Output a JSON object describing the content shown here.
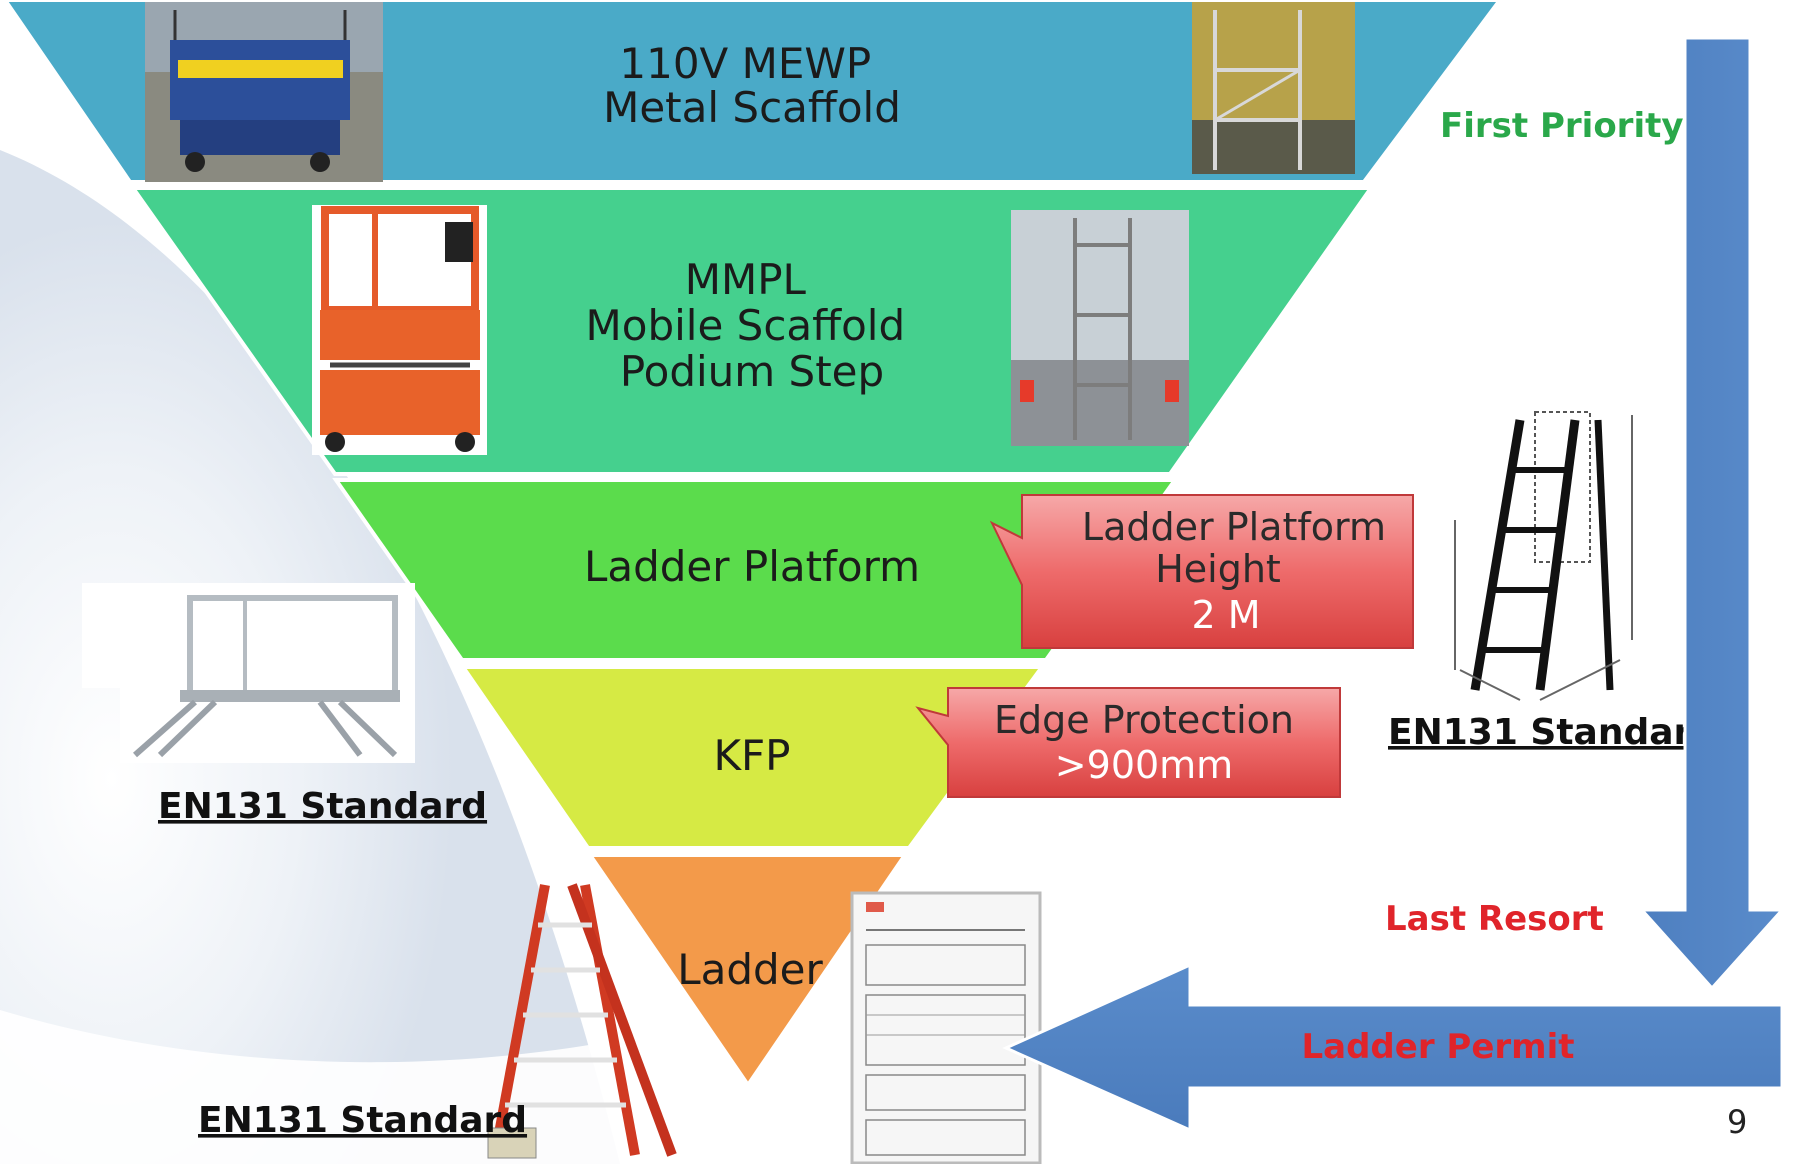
{
  "tiers": [
    {
      "lines": [
        "110V MEWP",
        "Metal Scaffold"
      ],
      "color": "#4aaac8"
    },
    {
      "lines": [
        "MMPL",
        "Mobile Scaffold",
        "Podium Step"
      ],
      "color": "#45d08e"
    },
    {
      "lines": [
        "Ladder Platform"
      ],
      "color": "#5bdc4c"
    },
    {
      "lines": [
        "KFP"
      ],
      "color": "#d6ea44"
    },
    {
      "lines": [
        "Ladder"
      ],
      "color": "#f39a4a"
    }
  ],
  "callouts": {
    "ladder_platform": {
      "lines": [
        "Ladder Platform",
        "Height"
      ],
      "value": "2 M"
    },
    "kfp": {
      "lines": [
        "Edge Protection"
      ],
      "value": ">900mm"
    }
  },
  "standards": {
    "left_podium": "EN131 Standard",
    "right_platform": "EN131 Standard",
    "bottom_ladder": "EN131 Standard"
  },
  "priority": {
    "first": "First Priority",
    "first_color": "#2aa84a",
    "last": "Last Resort",
    "last_color": "#e0242a",
    "permit": "Ladder Permit",
    "permit_color": "#e0242a"
  },
  "page_number": "9"
}
